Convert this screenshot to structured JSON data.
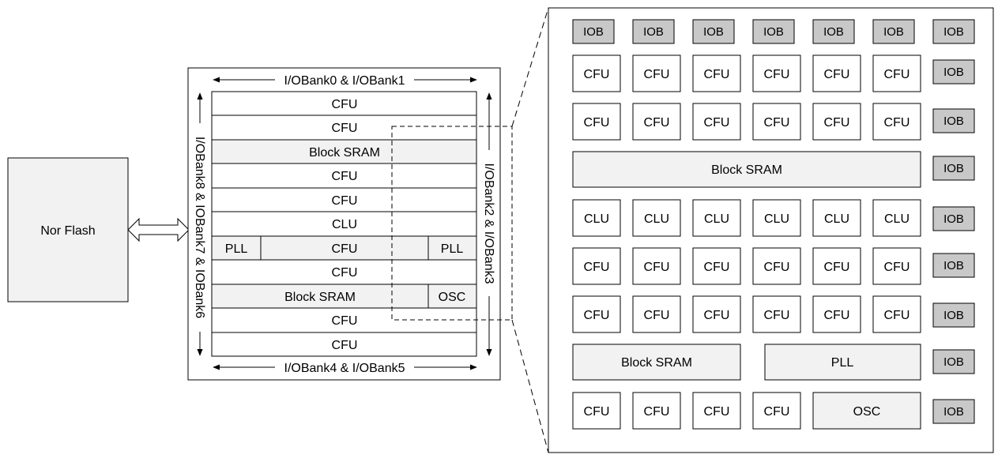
{
  "nor_flash": {
    "label": "Nor Flash"
  },
  "overview": {
    "top_bank": "I/OBank0 & I/OBank1",
    "bottom_bank": "I/OBank4 & I/OBank5",
    "left_bank": "I/OBank8 & IOBank7 & IOBank6",
    "right_bank": "I/OBank2 & I/OBank3",
    "rows": [
      {
        "cells": [
          "CFU"
        ]
      },
      {
        "cells": [
          "CFU"
        ]
      },
      {
        "cells": [
          "Block SRAM"
        ]
      },
      {
        "cells": [
          "CFU"
        ]
      },
      {
        "cells": [
          "CFU"
        ]
      },
      {
        "cells": [
          "CLU"
        ]
      },
      {
        "cells": [
          "PLL",
          "CFU",
          "PLL"
        ]
      },
      {
        "cells": [
          "CFU"
        ]
      },
      {
        "cells": [
          "Block SRAM",
          "OSC"
        ]
      },
      {
        "cells": [
          "CFU"
        ]
      },
      {
        "cells": [
          "CFU"
        ]
      }
    ]
  },
  "detail": {
    "iob_label": "IOB",
    "rows": [
      {
        "cells": [
          "CFU",
          "CFU",
          "CFU",
          "CFU",
          "CFU",
          "CFU"
        ]
      },
      {
        "cells": [
          "CFU",
          "CFU",
          "CFU",
          "CFU",
          "CFU",
          "CFU"
        ]
      },
      {
        "cells": [
          "Block SRAM"
        ]
      },
      {
        "cells": [
          "CLU",
          "CLU",
          "CLU",
          "CLU",
          "CLU",
          "CLU"
        ]
      },
      {
        "cells": [
          "CFU",
          "CFU",
          "CFU",
          "CFU",
          "CFU",
          "CFU"
        ]
      },
      {
        "cells": [
          "CFU",
          "CFU",
          "CFU",
          "CFU",
          "CFU",
          "CFU"
        ]
      },
      {
        "cells": [
          "Block SRAM",
          "PLL"
        ]
      },
      {
        "cells": [
          "CFU",
          "CFU",
          "CFU",
          "CFU",
          "OSC"
        ]
      }
    ]
  }
}
